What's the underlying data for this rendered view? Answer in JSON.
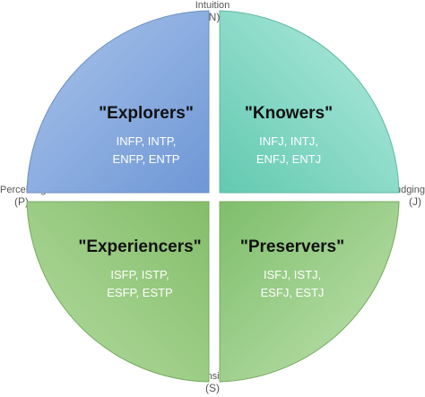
{
  "axes": {
    "top": {
      "name": "Intuition",
      "code": "(N)"
    },
    "bottom": {
      "name": "Sensing",
      "code": "(S)"
    },
    "left": {
      "name": "Perceiving",
      "code": "(P)"
    },
    "right": {
      "name": "Judging",
      "code": "(J)"
    }
  },
  "quadrants": {
    "top_left": {
      "title": "\"Explorers\"",
      "types_line1": "INFP, INTP,",
      "types_line2": "ENFP, ENTP",
      "color": "#93b3e2"
    },
    "top_right": {
      "title": "\"Knowers\"",
      "types_line1": "INFJ, INTJ,",
      "types_line2": "ENFJ, ENTJ",
      "color": "#8fdcc7"
    },
    "bottom_left": {
      "title": "\"Experiencers\"",
      "types_line1": "ISFP, ISTP,",
      "types_line2": "ESFP, ESTP",
      "color": "#9ccb84"
    },
    "bottom_right": {
      "title": "\"Preservers\"",
      "types_line1": "ISFJ, ISTJ,",
      "types_line2": "ESFJ, ESTJ",
      "color": "#9fd08f"
    }
  }
}
